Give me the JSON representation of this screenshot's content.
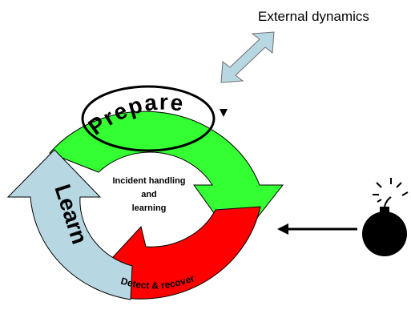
{
  "diagram": {
    "external_label": "External dynamics",
    "stages": {
      "prepare": "Prepare",
      "detect_recover": "Detect & recover",
      "learn": "Learn"
    },
    "center_text": [
      "Incident handling",
      "and",
      "learning"
    ]
  },
  "colors": {
    "prepare_green": "#33ff33",
    "detect_red": "#ff0000",
    "learn_blue": "#b7d7e3",
    "double_arrow": "#b7d7e3",
    "bomb": "#000000"
  },
  "icons": {
    "threat": "bomb-icon",
    "external": "double-arrow-icon"
  }
}
